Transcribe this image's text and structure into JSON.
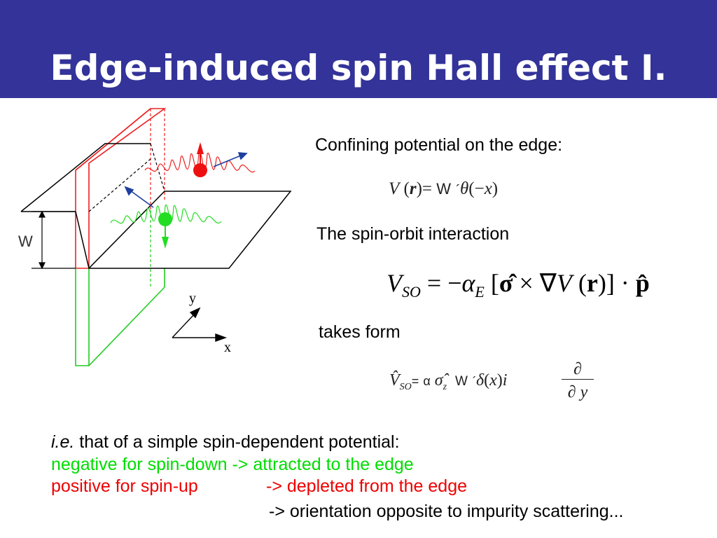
{
  "title": "Edge-induced spin Hall effect I.",
  "figure": {
    "w_label": "W",
    "y_axis_label": "y",
    "x_axis_label": "x"
  },
  "text": {
    "confining": "Confining potential on the edge:",
    "spin_orbit": "The spin-orbit interaction",
    "takes_form": "takes form"
  },
  "eq1": {
    "sym_W": "W",
    "tick": "´"
  },
  "eq3": {
    "alpha": "α",
    "sym_W": "W",
    "tick": "´"
  },
  "bottom": {
    "ie": "i.e.",
    "line1_rest": " that of a simple spin-dependent potential:",
    "line2": "negative for spin-down  ->  attracted to the edge",
    "line3a": "positive for spin-up",
    "line3b": "->  depleted from the edge",
    "line4": "->  orientation opposite to impurity scattering..."
  },
  "colors": {
    "title_bg": "#333399",
    "spin_down": "#00dd00",
    "spin_up": "#ee0000",
    "arrow_blue": "#1f3f9f"
  }
}
